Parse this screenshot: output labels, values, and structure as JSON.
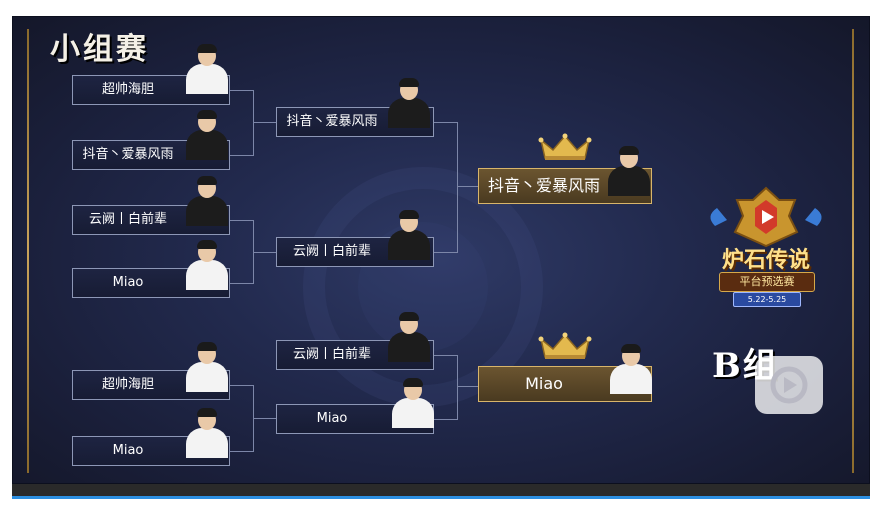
{
  "title": "小组赛",
  "group_label": "B组",
  "logo": {
    "main": "炉石传说",
    "sub": "平台预选赛",
    "date": "5.22-5.25"
  },
  "round1": [
    {
      "name": "超帅海胆",
      "shirt": "white"
    },
    {
      "name": "抖音丶爱暴风雨",
      "shirt": "black"
    },
    {
      "name": "云阙丨白前辈",
      "shirt": "black"
    },
    {
      "name": "Miao",
      "shirt": "white"
    },
    {
      "name": "超帅海胆",
      "shirt": "white"
    },
    {
      "name": "Miao",
      "shirt": "white"
    }
  ],
  "round2": [
    {
      "name": "抖音丶爱暴风雨",
      "shirt": "black"
    },
    {
      "name": "云阙丨白前辈",
      "shirt": "black"
    },
    {
      "name": "云阙丨白前辈",
      "shirt": "black"
    },
    {
      "name": "Miao",
      "shirt": "white"
    }
  ],
  "winners": [
    {
      "name": "抖音丶爱暴风雨",
      "shirt": "black"
    },
    {
      "name": "Miao",
      "shirt": "white"
    }
  ],
  "icons": {
    "crown": "crown-icon",
    "play": "play-icon",
    "logo": "hearthstone-logo-icon"
  },
  "colors": {
    "background": "#222a4e",
    "gold": "#d8b56a",
    "slot_border": "#8d97b6"
  }
}
